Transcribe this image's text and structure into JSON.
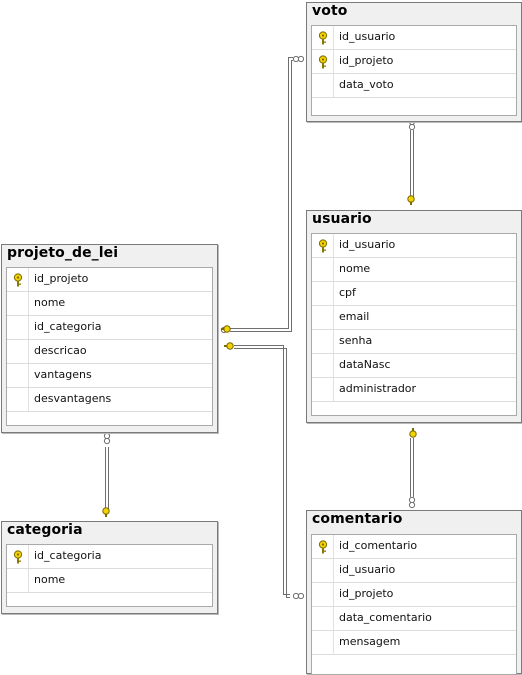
{
  "tables": {
    "voto": {
      "name": "voto",
      "columns": [
        "id_usuario",
        "id_projeto",
        "data_voto"
      ],
      "keys": [
        true,
        true,
        false
      ]
    },
    "usuario": {
      "name": "usuario",
      "columns": [
        "id_usuario",
        "nome",
        "cpf",
        "email",
        "senha",
        "dataNasc",
        "administrador"
      ],
      "keys": [
        true,
        false,
        false,
        false,
        false,
        false,
        false
      ]
    },
    "projeto_de_lei": {
      "name": "projeto_de_lei",
      "columns": [
        "id_projeto",
        "nome",
        "id_categoria",
        "descricao",
        "vantagens",
        "desvantagens"
      ],
      "keys": [
        true,
        false,
        false,
        false,
        false,
        false
      ]
    },
    "categoria": {
      "name": "categoria",
      "columns": [
        "id_categoria",
        "nome"
      ],
      "keys": [
        true,
        false
      ]
    },
    "comentario": {
      "name": "comentario",
      "columns": [
        "id_comentario",
        "id_usuario",
        "id_projeto",
        "data_comentario",
        "mensagem"
      ],
      "keys": [
        true,
        false,
        false,
        false,
        false
      ]
    }
  },
  "colors": {
    "key_fill": "#f2d200",
    "key_stroke": "#7a6a00",
    "line": "#808080"
  }
}
